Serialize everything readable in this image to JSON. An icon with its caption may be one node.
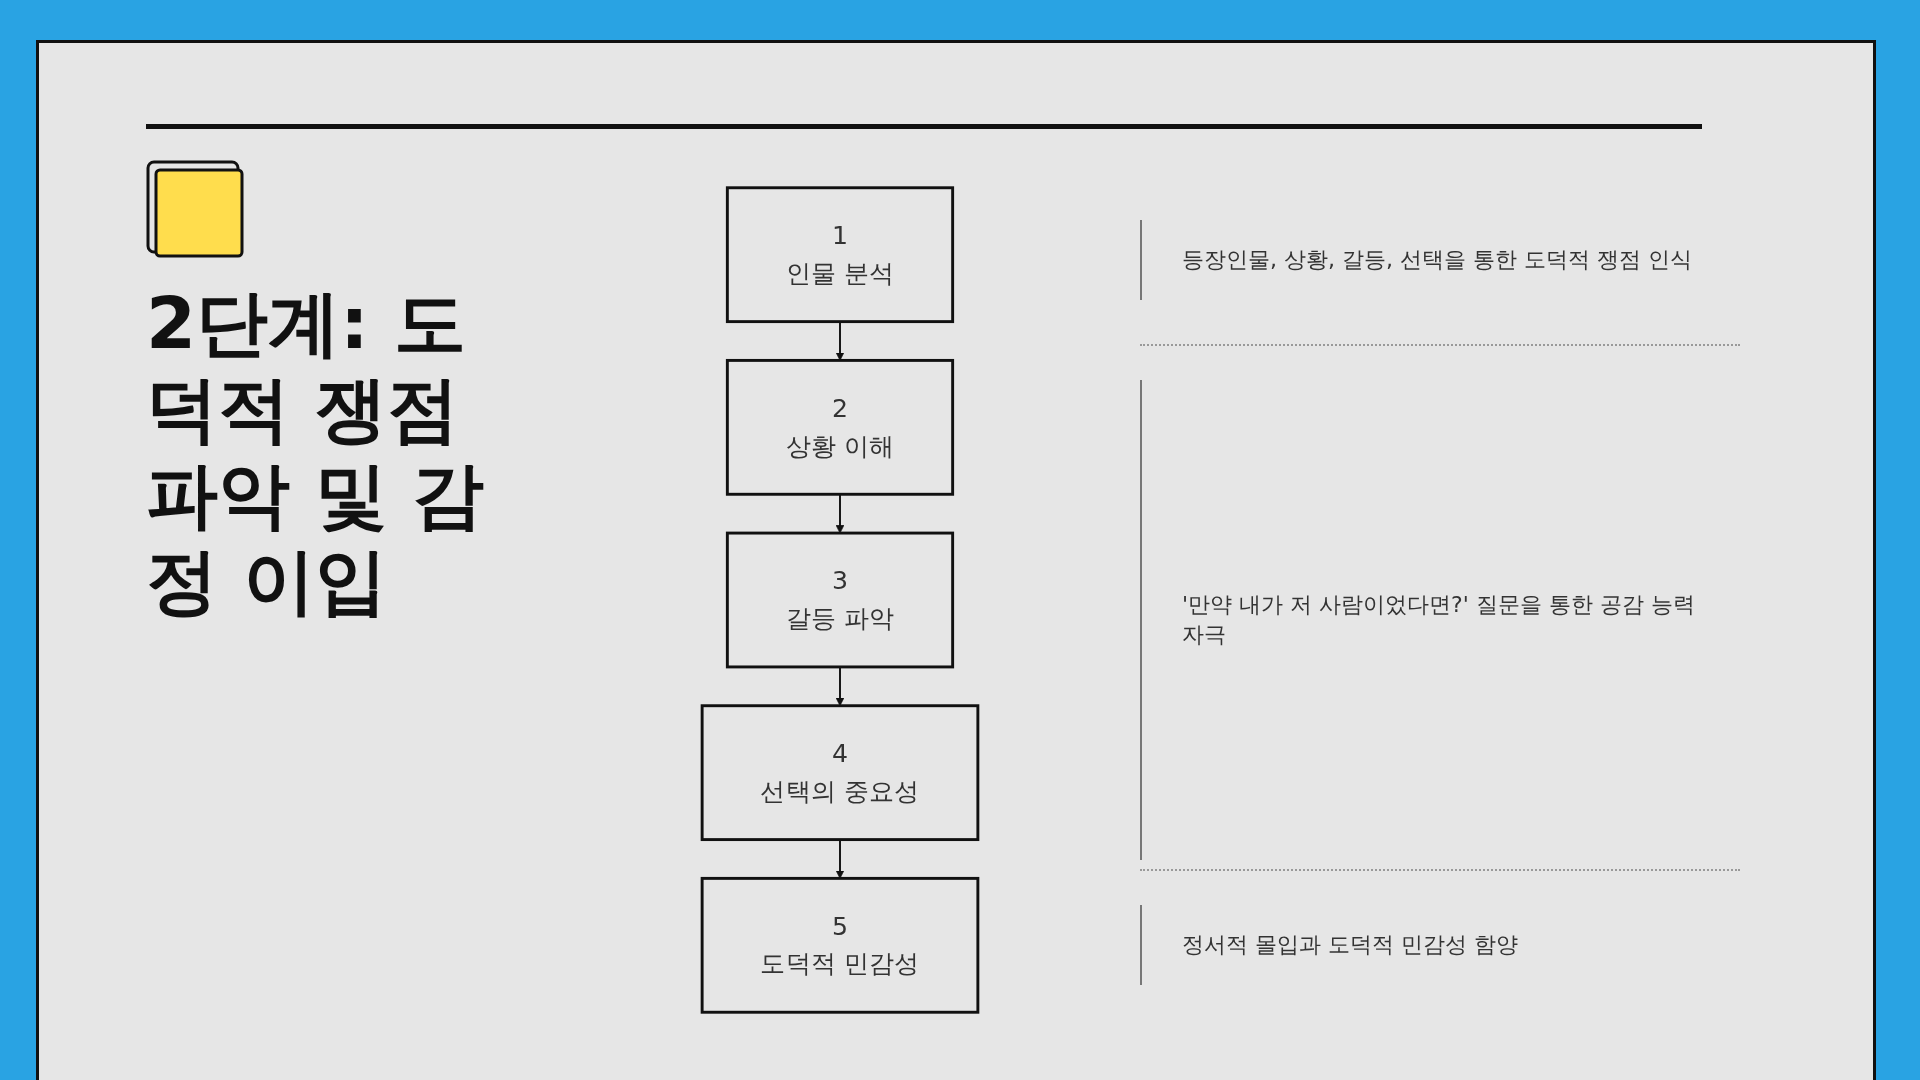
{
  "diagram": {
    "title": "2단계: 도덕적 쟁점 파악 및 감정 이입",
    "nodes": [
      {
        "text": [
          "1",
          "인물 분석"
        ]
      },
      {
        "text": [
          "2",
          "상황 이해"
        ]
      },
      {
        "text": [
          "3",
          "갈등 파악"
        ]
      },
      {
        "text": [
          "4",
          "선택의 중요성"
        ]
      },
      {
        "text": [
          "5",
          "도덕적 민감성"
        ]
      }
    ],
    "edges": [
      {
        "from": 0,
        "to": 1,
        "arrow": "to"
      },
      {
        "from": 1,
        "to": 2,
        "arrow": "to"
      },
      {
        "from": 2,
        "to": 3,
        "arrow": "to"
      },
      {
        "from": 3,
        "to": 4,
        "arrow": "to"
      }
    ],
    "labels": [
      "등장인물, 상황, 갈등, 선택을 통한 도덕적 쟁점 인식",
      "'만약 내가 저 사람이었다면?' 질문을 통한 공감 능력 자극",
      "정서적 몰입과 도덕적 민감성 함양"
    ]
  }
}
